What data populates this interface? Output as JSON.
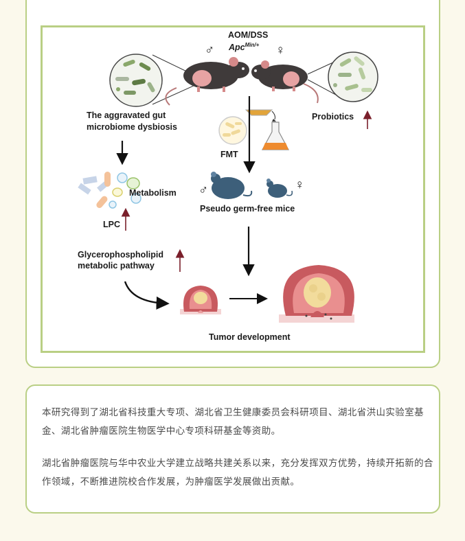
{
  "figure": {
    "treatment_label": "AOM/DSS",
    "genotype_base": "Apc",
    "genotype_sup": "Min/+",
    "male_symbol": "♂",
    "female_symbol": "♀",
    "dysbiosis_line1": "The aggravated gut",
    "dysbiosis_line2": "microbiome dysbiosis",
    "probiotics_label": "Probiotics",
    "fmt_label": "FMT",
    "metabolism_label": "Metabolism",
    "germfree_label": "Pseudo germ-free mice",
    "lpc_label": "LPC",
    "pathway_line1": "Glycerophospholipid",
    "pathway_line2": "metabolic pathway",
    "tumor_label": "Tumor development"
  },
  "text": {
    "para1": "本研究得到了湖北省科技重大专项、湖北省卫生健康委员会科研项目、湖北省洪山实验室基金、湖北省肿瘤医院生物医学中心专项科研基金等资助。",
    "para2": "湖北省肿瘤医院与华中农业大学建立战略共建关系以来，充分发挥双方优势，持续开拓新的合作领域，不断推进院校合作发展，为肿瘤医学发展做出贡献。"
  },
  "colors": {
    "page_background": "#fbf9ec",
    "card_border": "#b9cf84",
    "up_arrow": "#7a1f2b",
    "mouse_dark": "#3f3a3a",
    "mouse_blue": "#3d5f7a"
  }
}
